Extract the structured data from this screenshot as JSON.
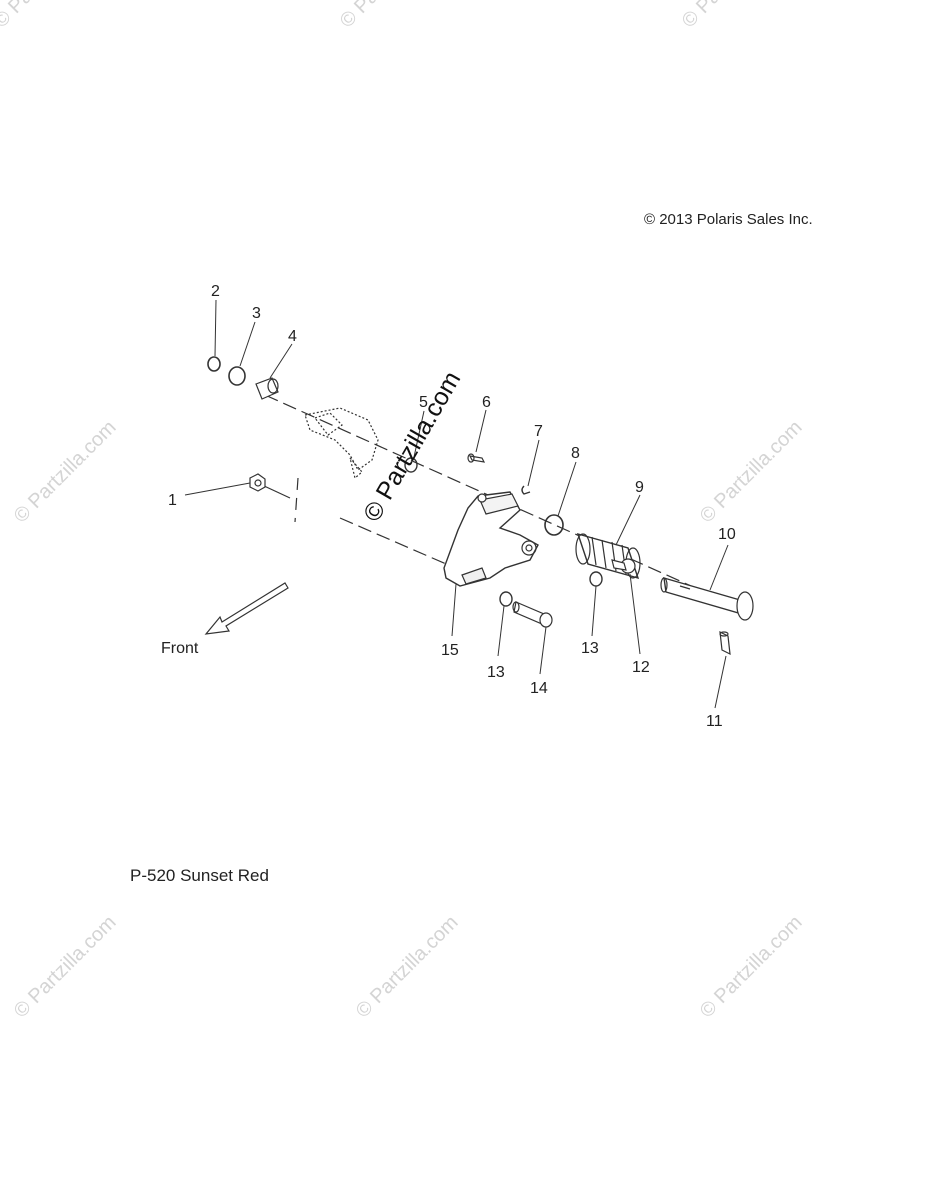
{
  "copyright": "© 2013 Polaris Sales Inc.",
  "caption": "P-520  Sunset Red",
  "front_label": "Front",
  "watermark": "© Partzilla.com",
  "callouts": [
    "1",
    "2",
    "3",
    "4",
    "5",
    "6",
    "7",
    "8",
    "9",
    "10",
    "11",
    "12",
    "13",
    "13",
    "14",
    "15"
  ]
}
